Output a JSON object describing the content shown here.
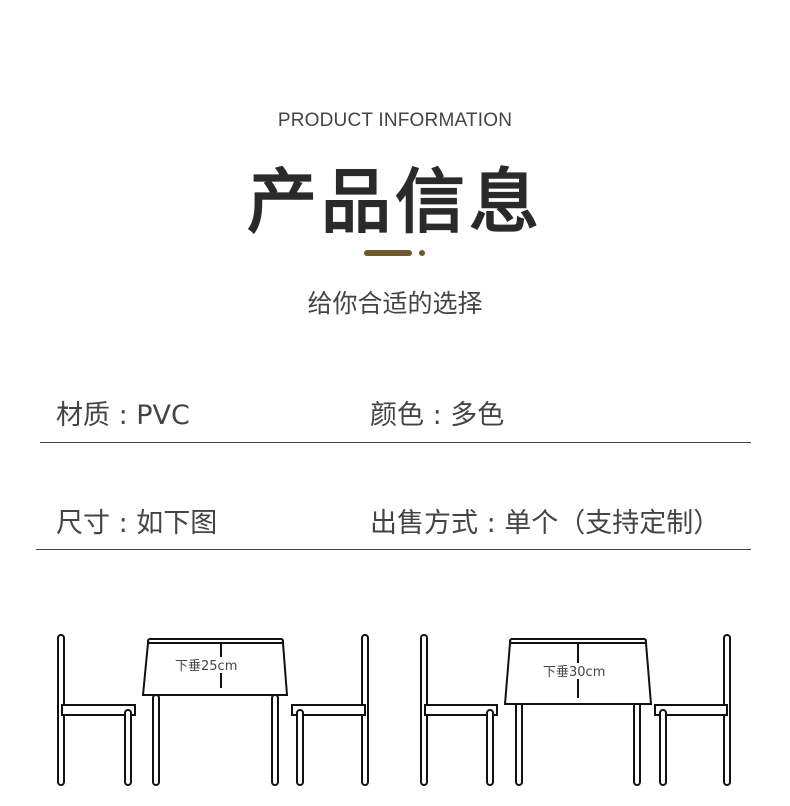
{
  "header": {
    "subtitle_en": "PRODUCT INFORMATION",
    "title": "产品信息",
    "tagline": "给你合适的选择",
    "accent_color": "#6e5a2e"
  },
  "specs": [
    {
      "label": "材质 : PVC"
    },
    {
      "label": "颜色 : 多色"
    },
    {
      "label": "尺寸 : 如下图"
    },
    {
      "label": "出售方式 : 单个（支持定制）"
    }
  ],
  "diagrams": [
    {
      "label": "下垂25cm",
      "drop_cm": 25
    },
    {
      "label": "下垂30cm",
      "drop_cm": 30
    }
  ]
}
